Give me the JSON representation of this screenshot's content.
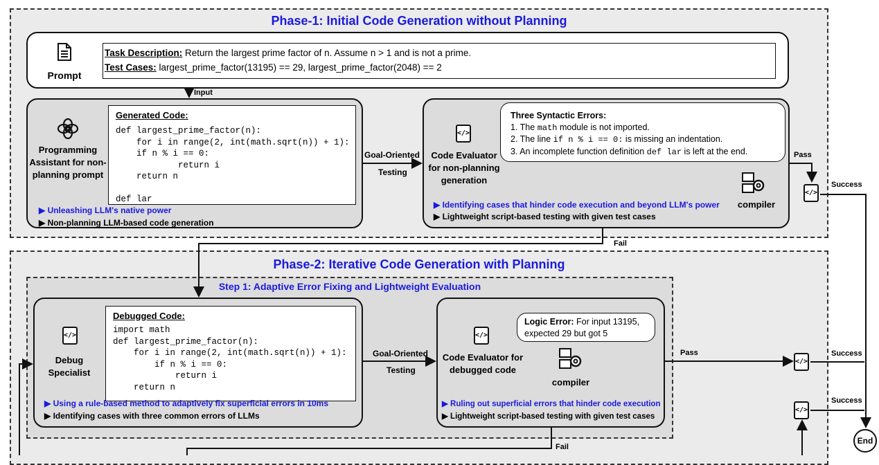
{
  "phase1": {
    "title": "Phase-1: Initial Code Generation without Planning",
    "prompt_label": "Prompt",
    "task_label": "Task Description:",
    "task_text": " Return the largest prime factor of n. Assume n > 1 and is not a prime.",
    "tests_label": "Test Cases:",
    "tests_text": " largest_prime_factor(13195) == 29, largest_prime_factor(2048) == 2",
    "input_label": "Input",
    "assistant_label": "Programming Assistant for non-planning prompt",
    "generated_title": "Generated Code:",
    "generated_code": "def largest_prime_factor(n):\n    for i in range(2, int(math.sqrt(n)) + 1):\n    if n % i == 0:\n            return i\n    return n\n\ndef lar",
    "note_blue": "▶ Unleashing LLM's native power",
    "note_black": "▶ Non-planning LLM-based code generation",
    "arrow_label_1": "Goal-Oriented",
    "arrow_label_2": "Testing",
    "evaluator_label": "Code Evaluator for non-planning generation",
    "errors_title": "Three Syntactic Errors:",
    "error_1a": "1. The ",
    "error_1b": "math",
    "error_1c": " module is not imported.",
    "error_2a": "2. The line ",
    "error_2b": "if n % i == 0:",
    "error_2c": " is missing an indentation.",
    "error_3a": "3. An incomplete function definition ",
    "error_3b": "def lar",
    "error_3c": " is left at the end.",
    "compiler_label": "compiler",
    "eval_note_blue": "▶ Identifying cases that hinder code execution and beyond LLM's power",
    "eval_note_black": "▶ Lightweight script-based testing with given test cases",
    "pass_label": "Pass",
    "success_label": "Success",
    "fail_label": "Fail"
  },
  "phase2": {
    "title": "Phase-2: Iterative Code Generation with Planning",
    "step1_title": "Step 1: Adaptive Error Fixing and Lightweight Evaluation",
    "debug_label": "Debug Specialist",
    "debugged_title": "Debugged Code:",
    "debugged_code": "import math\ndef largest_prime_factor(n):\n    for i in range(2, int(math.sqrt(n)) + 1):\n        if n % i == 0:\n            return i\n    return n",
    "note_blue": "▶ Using a rule-based method to adaptively fix superficial errors in 10ms",
    "note_black": "▶ Identifying cases with three common errors of LLMs",
    "arrow_label_1": "Goal-Oriented",
    "arrow_label_2": "Testing",
    "evaluator_label": "Code Evaluator for debugged code",
    "logic_title": "Logic Error:",
    "logic_text": " For input 13195, expected 29 but got 5",
    "compiler_label": "compiler",
    "eval_note_blue": "▶ Ruling out superficial errors that hinder code execution",
    "eval_note_black": "▶ Lightweight script-based testing with given test cases",
    "pass_label": "Pass",
    "success_label_1": "Success",
    "success_label_2": "Success",
    "fail_label": "Fail",
    "end_label": "End"
  },
  "colors": {
    "accent": "#1a1adc",
    "frame": "#ebebeb",
    "box": "#dcdcdc"
  }
}
